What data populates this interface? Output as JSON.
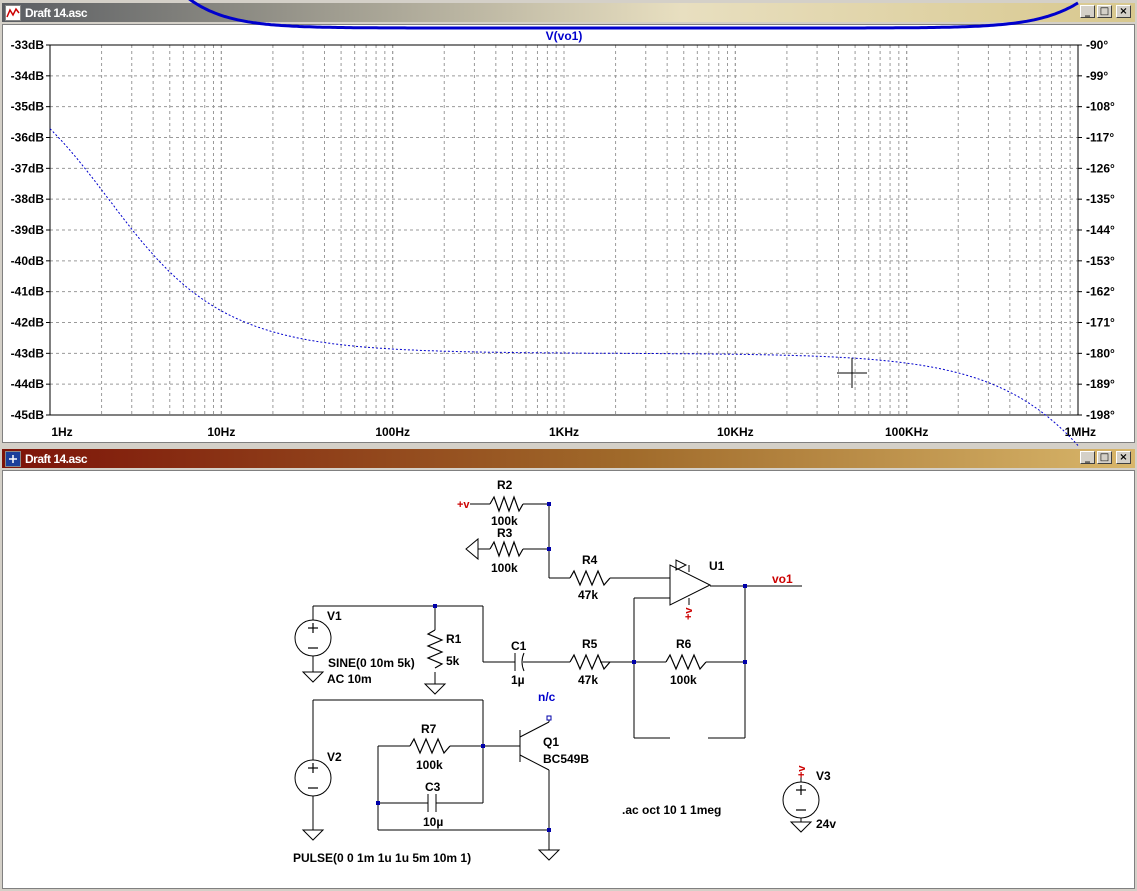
{
  "plot_window": {
    "title": "Draft 14.asc",
    "trace_label": "V(vo1)",
    "left_axis": [
      "-33dB",
      "-34dB",
      "-35dB",
      "-36dB",
      "-37dB",
      "-38dB",
      "-39dB",
      "-40dB",
      "-41dB",
      "-42dB",
      "-43dB",
      "-44dB",
      "-45dB"
    ],
    "right_axis": [
      "-90°",
      "-99°",
      "-108°",
      "-117°",
      "-126°",
      "-135°",
      "-144°",
      "-153°",
      "-162°",
      "-171°",
      "-180°",
      "-189°",
      "-198°"
    ],
    "x_axis": [
      "1Hz",
      "10Hz",
      "100Hz",
      "1KHz",
      "10KHz",
      "100KHz",
      "1MHz"
    ]
  },
  "schematic_window": {
    "title": "Draft 14.asc",
    "labels": {
      "r2": "R2",
      "r2_val": "100k",
      "r3": "R3",
      "r3_val": "100k",
      "r4": "R4",
      "r4_val": "47k",
      "u1": "U1",
      "vo1": "vo1",
      "v1": "V1",
      "v1_wave": "SINE(0 10m 5k)",
      "v1_ac": "AC 10m",
      "r1": "R1",
      "r1_val": "5k",
      "c1": "C1",
      "c1_val": "1µ",
      "r5": "R5",
      "r5_val": "47k",
      "r6": "R6",
      "r6_val": "100k",
      "nc": "n/c",
      "q1": "Q1",
      "q1_model": "BC549B",
      "r7": "R7",
      "r7_val": "100k",
      "c3": "C3",
      "c3_val": "10µ",
      "v2": "V2",
      "v2_wave": "PULSE(0 0 1m 1u 1u 5m 10m 1)",
      "directive": ".ac oct 10 1 1meg",
      "v3": "V3",
      "v3_val": "24v",
      "plus_v": "+v"
    }
  },
  "window_buttons": {
    "min": "_",
    "max": "□",
    "close": "×"
  },
  "colors": {
    "trace": "#0000cc",
    "grid": "#a0a0a0",
    "net_label": "#cc0000"
  }
}
